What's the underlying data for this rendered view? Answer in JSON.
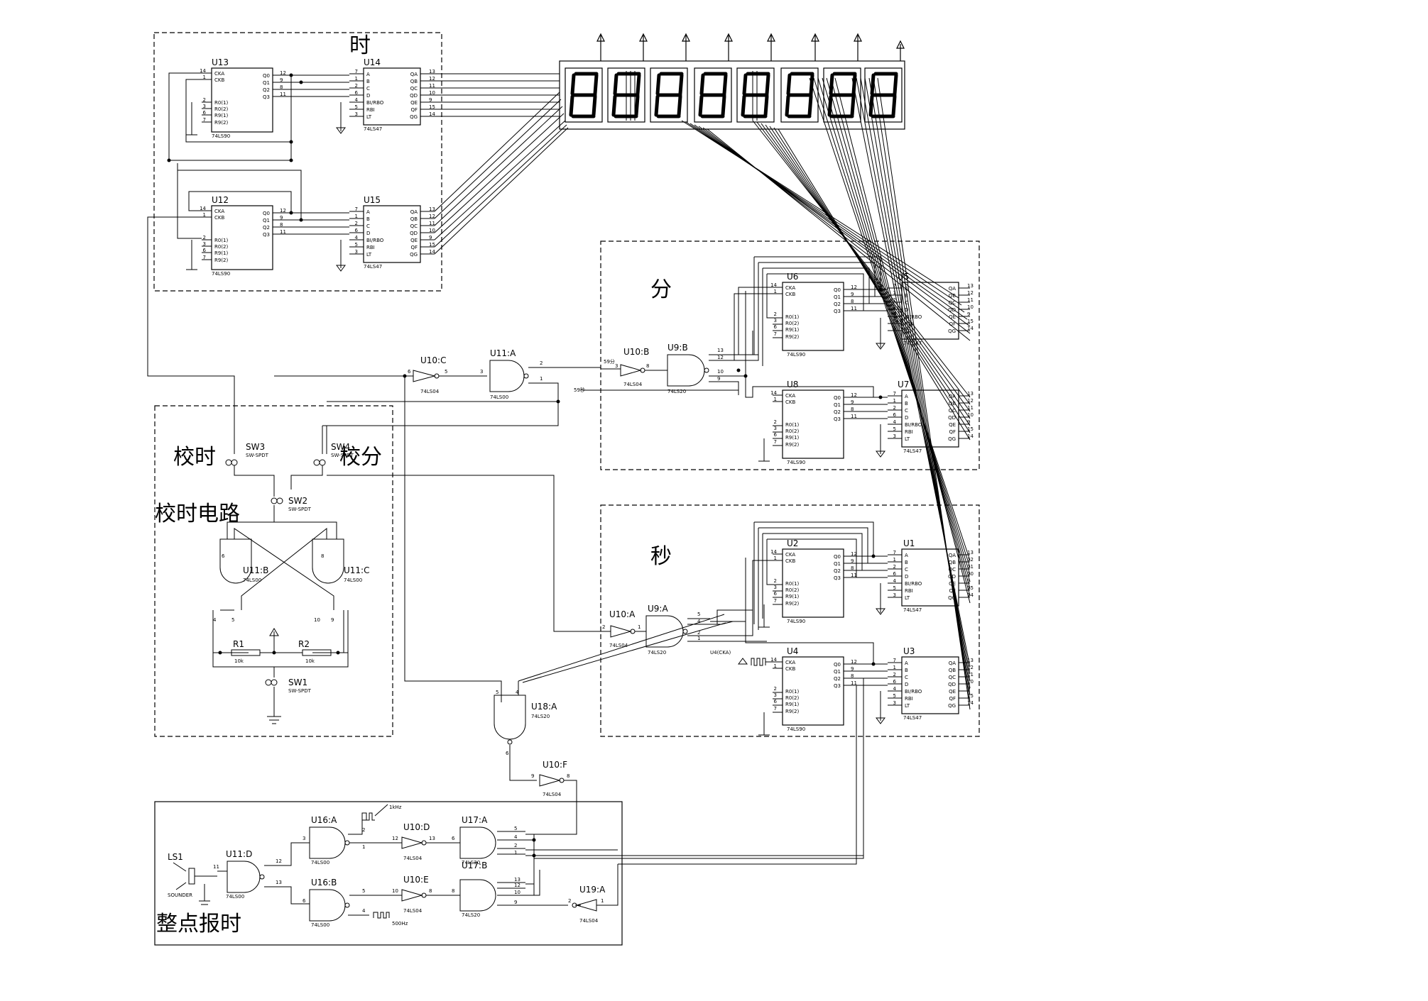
{
  "sections": {
    "hour": "时",
    "minute": "分",
    "second": "秒",
    "adjust_hour": "校时",
    "adjust_minute": "校分",
    "adjust_circuit": "校时电路",
    "chime": "整点报时"
  },
  "counters": [
    {
      "id": "U13",
      "type": "74LS90"
    },
    {
      "id": "U12",
      "type": "74LS90"
    },
    {
      "id": "U6",
      "type": "74LS90"
    },
    {
      "id": "U8",
      "type": "74LS90"
    },
    {
      "id": "U2",
      "type": "74LS90"
    },
    {
      "id": "U4",
      "type": "74LS90"
    }
  ],
  "decoders": [
    {
      "id": "U14",
      "type": "74LS47"
    },
    {
      "id": "U15",
      "type": "74LS47"
    },
    {
      "id": "U5",
      "type": "74LS47"
    },
    {
      "id": "U7",
      "type": "74LS47"
    },
    {
      "id": "U1",
      "type": "74LS47"
    },
    {
      "id": "U3",
      "type": "74LS47"
    }
  ],
  "counter_pins": {
    "left": [
      "CKA",
      "CKB",
      "R0(1)",
      "R0(2)",
      "R9(1)",
      "R9(2)"
    ],
    "left_nums": [
      "14",
      "1",
      "2",
      "3",
      "6",
      "7"
    ],
    "right": [
      "Q0",
      "Q1",
      "Q2",
      "Q3"
    ],
    "right_nums": [
      "12",
      "9",
      "8",
      "11"
    ]
  },
  "decoder_pins": {
    "left": [
      "A",
      "B",
      "C",
      "D",
      "BI/RBO",
      "RBI",
      "LT"
    ],
    "left_nums": [
      "7",
      "1",
      "2",
      "6",
      "4",
      "5",
      "3"
    ],
    "right": [
      "QA",
      "QB",
      "QC",
      "QD",
      "QE",
      "QF",
      "QG"
    ],
    "right_nums": [
      "13",
      "12",
      "11",
      "10",
      "9",
      "15",
      "14"
    ]
  },
  "gates": {
    "u10c": {
      "label": "U10:C",
      "type": "74LS04",
      "pin_in": "6",
      "pin_out": "5"
    },
    "u11a": {
      "label": "U11:A",
      "type": "74LS00",
      "pin_a": "3",
      "pin_b": "2",
      "pin_c": "1"
    },
    "u10b": {
      "label": "U10:B",
      "type": "74LS04",
      "pin_in": "3",
      "pin_out": "8"
    },
    "u9b": {
      "label": "U9:B",
      "type": "74LS20",
      "pins": [
        "13",
        "12",
        "10",
        "9"
      ]
    },
    "u10a": {
      "label": "U10:A",
      "type": "74LS04",
      "pin_in": "2",
      "pin_out": "1"
    },
    "u9a": {
      "label": "U9:A",
      "type": "74LS20",
      "pins": [
        "5",
        "4",
        "2",
        "1"
      ]
    },
    "u11b": {
      "label": "U11:B",
      "type": "74LS00",
      "pin_a": "6",
      "pin_b": "4",
      "pin_c": "5"
    },
    "u11c": {
      "label": "U11:C",
      "type": "74LS00",
      "pin_a": "8",
      "pin_b": "10",
      "pin_c": "9"
    },
    "u18a": {
      "label": "U18:A",
      "type": "74LS20",
      "pin_a": "5",
      "pin_b": "4",
      "pin_out": "6"
    },
    "u10f": {
      "label": "U10:F",
      "type": "74LS04",
      "pin_in": "9",
      "pin_out": "8"
    },
    "u16a": {
      "label": "U16:A",
      "type": "74LS00",
      "pin_a": "3",
      "pin_b": "2",
      "pin_out": "1"
    },
    "u16b": {
      "label": "U16:B",
      "type": "74LS00",
      "pin_a": "6",
      "pin_b": "5",
      "pin_c": "4"
    },
    "u11d": {
      "label": "U11:D",
      "type": "74LS00",
      "pin_a": "11",
      "pin_b": "12",
      "pin_c": "13"
    },
    "u10d": {
      "label": "U10:D",
      "type": "74LS04",
      "pin_in": "12",
      "pin_out": "13"
    },
    "u10e": {
      "label": "U10:E",
      "type": "74LS04",
      "pin_in": "10",
      "pin_out": "8"
    },
    "u17a": {
      "label": "U17:A",
      "type": "74LS20",
      "pins": [
        "5",
        "4",
        "2",
        "1"
      ],
      "pin_out": "6"
    },
    "u17b": {
      "label": "U17:B",
      "type": "74LS20",
      "pins": [
        "13",
        "12",
        "10",
        "9"
      ],
      "pin_out": "8"
    },
    "u19a": {
      "label": "U19:A",
      "type": "74LS04",
      "pin_in": "2",
      "pin_out": "1"
    }
  },
  "switches": {
    "sw1": {
      "label": "SW1",
      "type": "SW-SPDT"
    },
    "sw2": {
      "label": "SW2",
      "type": "SW-SPDT"
    },
    "sw3": {
      "label": "SW3",
      "type": "SW-SPDT"
    },
    "sw4": {
      "label": "SW4",
      "type": "SW-SPDT"
    }
  },
  "resistors": [
    {
      "label": "R1",
      "value": "10k"
    },
    {
      "label": "R2",
      "value": "10k"
    }
  ],
  "sounder": {
    "label": "LS1",
    "type": "SOUNDER"
  },
  "signals": {
    "s59min": "59分",
    "s59sec": "59秒",
    "u4_clk": "U4(CKA)",
    "clk1k": "1kHz",
    "clk500": "500Hz"
  }
}
